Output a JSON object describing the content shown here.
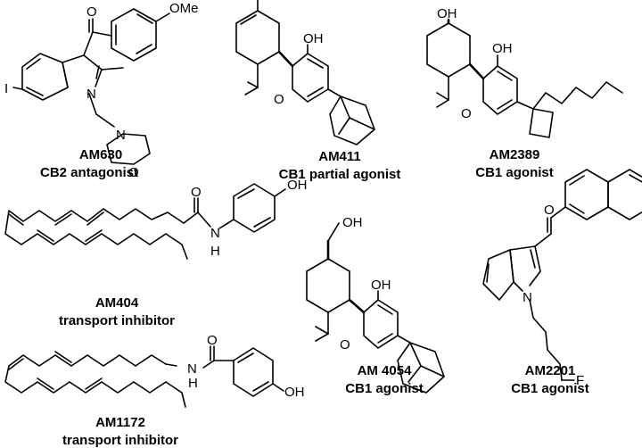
{
  "compounds": [
    {
      "id": "am630",
      "name": "AM630",
      "role": "CB2 antagonist",
      "atoms": {
        "methoxy": "OMe",
        "oxygen": "O",
        "nitrogen": "N",
        "iodo": "I",
        "morph_n": "N",
        "morph_o": "O"
      }
    },
    {
      "id": "am411",
      "name": "AM411",
      "role": "CB1 partial agonist",
      "atoms": {
        "hydroxyl": "OH",
        "ring_o": "O"
      }
    },
    {
      "id": "am2389",
      "name": "AM2389",
      "role": "CB1 agonist",
      "atoms": {
        "hydroxyl_top": "OH",
        "hydroxyl": "OH",
        "ring_o": "O"
      }
    },
    {
      "id": "am404",
      "name": "AM404",
      "role": "transport inhibitor",
      "atoms": {
        "oxygen": "O",
        "hydroxyl": "OH",
        "nh_n": "N",
        "nh_h": "H"
      }
    },
    {
      "id": "am4054",
      "name": "AM 4054",
      "role": "CB1 agonist",
      "atoms": {
        "hydroxyl_top": "OH",
        "hydroxyl": "OH",
        "ring_o": "O"
      }
    },
    {
      "id": "am2201",
      "name": "AM2201",
      "role": "CB1 agonist",
      "atoms": {
        "oxygen": "O",
        "nitrogen": "N",
        "fluoro": "F"
      }
    },
    {
      "id": "am1172",
      "name": "AM1172",
      "role": "transport inhibitor",
      "atoms": {
        "nh_n": "N",
        "nh_h": "H",
        "oxygen": "O",
        "hydroxyl": "OH"
      }
    }
  ]
}
